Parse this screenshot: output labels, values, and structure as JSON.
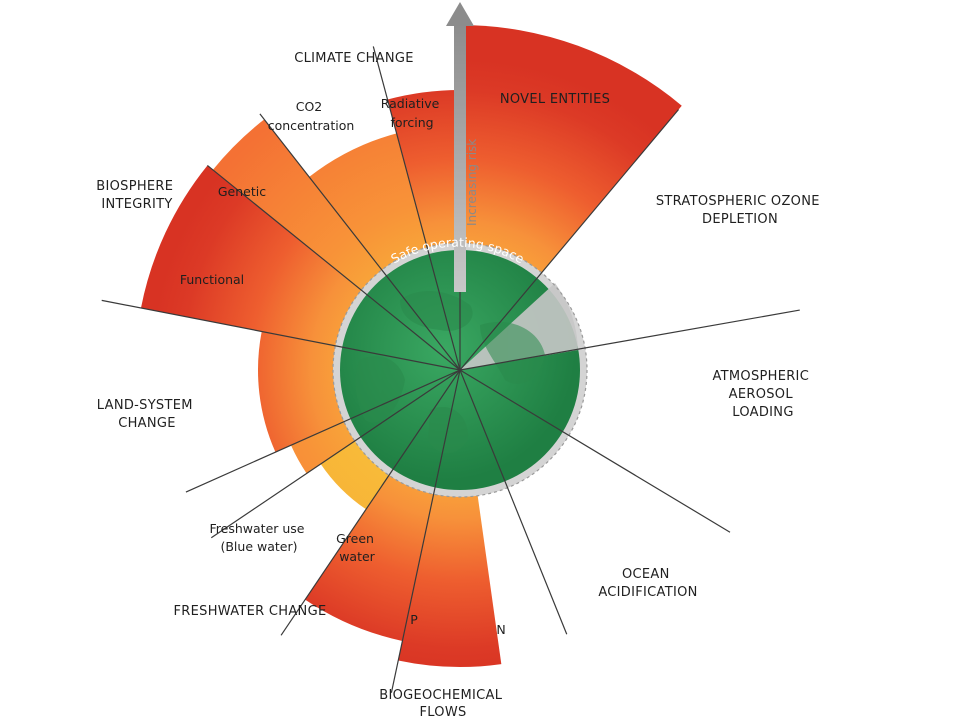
{
  "boundaries": {
    "climate_change": "CLIMATE CHANGE",
    "novel_entities": "NOVEL ENTITIES",
    "ozone": [
      "STRATOSPHERIC OZONE",
      "DEPLETION"
    ],
    "aerosol": [
      "ATMOSPHERIC",
      "AEROSOL",
      "LOADING"
    ],
    "ocean": [
      "OCEAN",
      "ACIDIFICATION"
    ],
    "biogeochemical": [
      "BIOGEOCHEMICAL",
      "FLOWS"
    ],
    "freshwater": "FRESHWATER CHANGE",
    "land_system": [
      "LAND-SYSTEM",
      "CHANGE"
    ],
    "biosphere": [
      "BIOSPHERE",
      "INTEGRITY"
    ]
  },
  "sub_labels": {
    "co2": [
      "CO2",
      "concentration"
    ],
    "radiative": [
      "Radiative",
      "forcing"
    ],
    "genetic": "Genetic",
    "functional": "Functional",
    "blue_water": [
      "Freshwater use",
      "(Blue water)"
    ],
    "green_water": [
      "Green",
      "water"
    ],
    "p": "P",
    "n": "N"
  },
  "safe_space_label": "Safe operating space",
  "risk_axis_label": "Increasing risk",
  "colors": {
    "safe_green": "#2e9a55",
    "orange": "#f98a35",
    "red": "#dd3a26",
    "yellow": "#f7b733",
    "grey": "#cfcfcf",
    "arrow": "#9a9a9a"
  }
}
